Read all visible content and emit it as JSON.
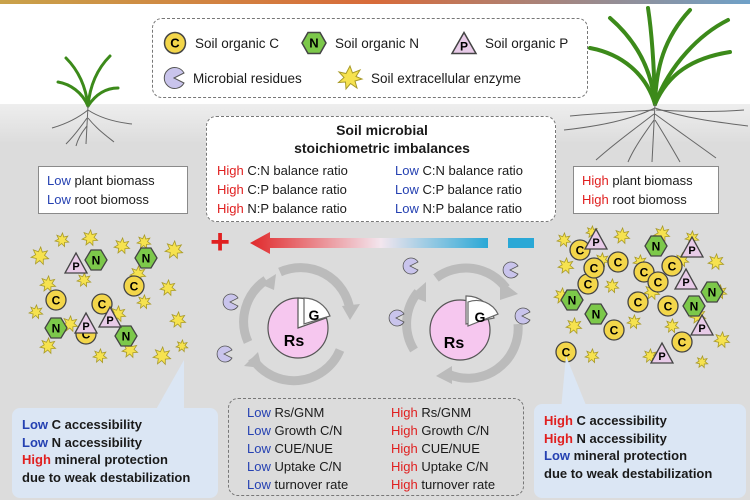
{
  "legend": {
    "carbon_symbol": "C",
    "nitrogen_symbol": "N",
    "phosphorus_symbol": "P",
    "carbon": "Soil organic C",
    "nitrogen": "Soil organic N",
    "phosphorus": "Soil organic P",
    "microbial_residues": "Microbial residues",
    "enzyme": "Soil extracellular enzyme"
  },
  "imbalance": {
    "title_line1": "Soil microbial",
    "title_line2": "stoichiometric imbalances",
    "high_word": "High",
    "low_word": "Low",
    "cn": "C:N balance ratio",
    "cp": "C:P balance  ratio",
    "np": "N:P balance  ratio",
    "cn_right": "C:N balance ratio",
    "cp_right": "C:P balance ratio",
    "np_right": "N:P balance ratio"
  },
  "left_plant_box": {
    "low_word": "Low",
    "line1": " plant biomass",
    "line2": " root biomoss"
  },
  "right_plant_box": {
    "high_word": "High",
    "line1": " plant biomass",
    "line2": " root biomoss"
  },
  "gradient_arrow": {
    "plus_symbol": "+"
  },
  "microbe_labels": {
    "rs": "Rs",
    "g": "G"
  },
  "left_callout": {
    "w1": "Low",
    "t1": " C accessibility",
    "w2": "Low",
    "t2": " N accessibility",
    "w3": "High",
    "t3": " mineral protection",
    "t4": "due to weak destabilization"
  },
  "right_callout": {
    "w1": "High",
    "t1": " C accessibility",
    "w2": "High",
    "t2": " N accessibility",
    "w3": "Low",
    "t3": " mineral protection",
    "t4": "due to weak destabilization"
  },
  "center_metrics": {
    "low_word": "Low",
    "high_word": "High",
    "m1": " Rs/GNM",
    "m2": " Growth C/N",
    "m3": " CUE/NUE",
    "m4": " Uptake C/N",
    "m5": " turnover rate"
  },
  "colors": {
    "high": "#e02020",
    "low": "#2541b2",
    "carbon_fill": "#f3d64a",
    "nitrogen_fill": "#7cc84a",
    "phosphorus_fill": "#e8cbe8",
    "enzyme_fill": "#f6e24f",
    "residue_fill": "#c9c4ec",
    "rs_fill": "#f6c7ef",
    "callout_bg": "#dbe6f4"
  }
}
